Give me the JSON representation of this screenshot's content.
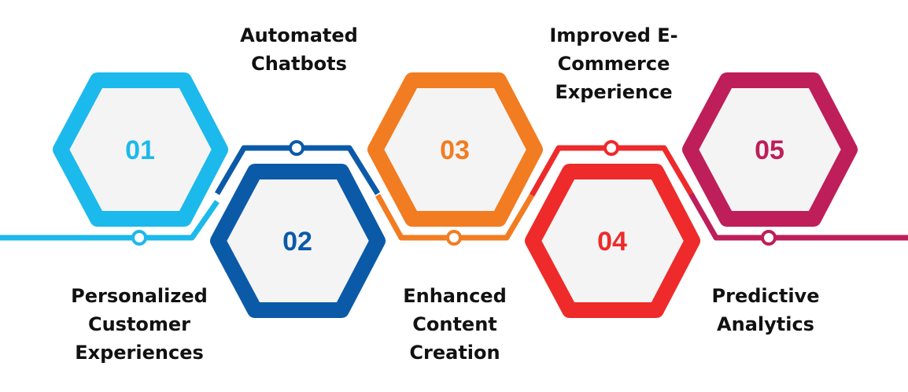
{
  "colors": {
    "step1": "#1CB9EC",
    "step2": "#0B5AA8",
    "step3": "#F27C21",
    "step4": "#EE2A2A",
    "step5": "#BE1E5A",
    "hex_fill": "#F4F4F4"
  },
  "steps": [
    {
      "number": "01",
      "label": "Personalized\nCustomer\nExperiences"
    },
    {
      "number": "02",
      "label": "Automated\nChatbots"
    },
    {
      "number": "03",
      "label": "Enhanced\nContent\nCreation"
    },
    {
      "number": "04",
      "label": "Improved E-\nCommerce\nExperience"
    },
    {
      "number": "05",
      "label": "Predictive\nAnalytics"
    }
  ]
}
